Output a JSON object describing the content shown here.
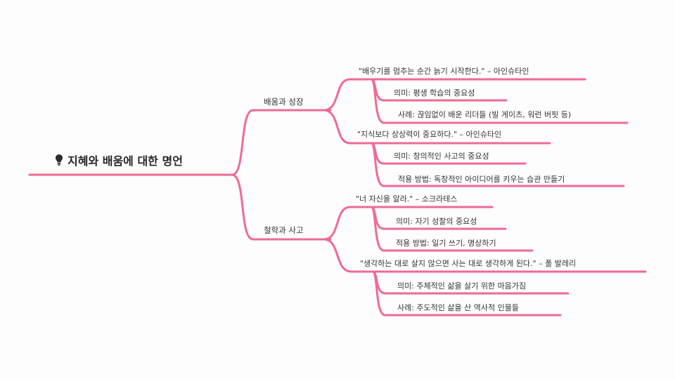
{
  "root": {
    "icon": "lightbulb-icon",
    "title": "지혜와 배움에 대한 명언"
  },
  "line_color": "#f06a92",
  "branches": [
    {
      "label": "배움과 성장",
      "quotes": [
        {
          "text": "\"배우기를 멈추는 순간 늙기 시작한다.\" – 아인슈타인",
          "details": [
            "의미: 평생 학습의 중요성",
            "사례: 끊임없이 배운 리더들 (빌 게이츠, 워런 버핏 등)"
          ]
        },
        {
          "text": "\"지식보다 상상력이 중요하다.\" – 아인슈타인",
          "details": [
            "의미: 창의적인 사고의 중요성",
            "적용 방법: 독창적인 아이디어를 키우는 습관 만들기"
          ]
        }
      ]
    },
    {
      "label": "철학과 사고",
      "quotes": [
        {
          "text": "\"너 자신을 알라.\" – 소크라테스",
          "details": [
            "의미: 자기 성찰의 중요성",
            "적용 방법: 일기 쓰기, 명상하기"
          ]
        },
        {
          "text": "\"생각하는 대로 살지 않으면 사는 대로 생각하게 된다.\" – 폴 발레리",
          "details": [
            "의미: 주체적인 삶을 살기 위한 마음가짐",
            "사례: 주도적인 삶을 산 역사적 인물들"
          ]
        }
      ]
    }
  ]
}
